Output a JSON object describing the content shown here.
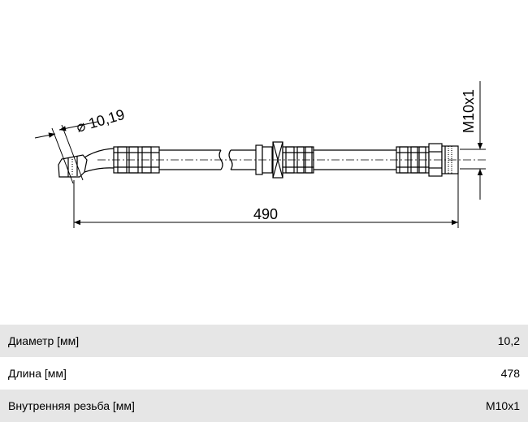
{
  "drawing": {
    "diameter_label": "⌀ 10,19",
    "length_label": "490",
    "thread_label": "M10x1"
  },
  "specs": [
    {
      "label": "Диаметр [мм]",
      "value": "10,2"
    },
    {
      "label": "Длина [мм]",
      "value": "478"
    },
    {
      "label": "Внутренняя резьба [мм]",
      "value": "M10x1"
    }
  ]
}
